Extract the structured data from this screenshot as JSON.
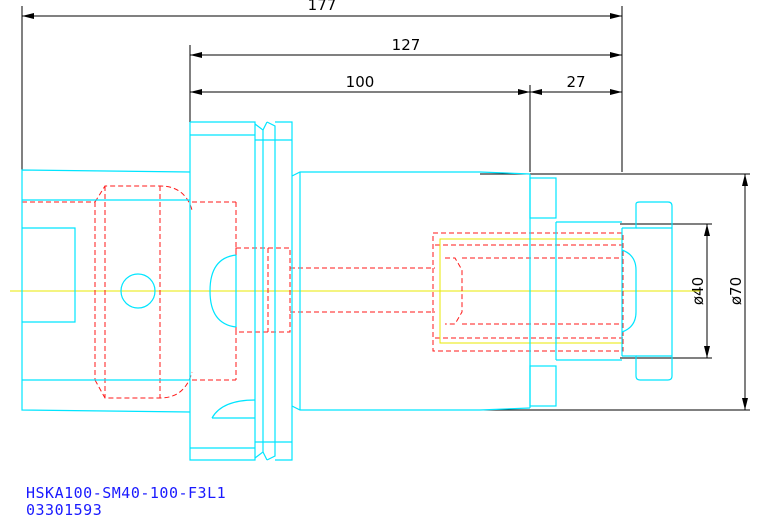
{
  "dimensions": {
    "overall_length": "177",
    "gauge_to_end": "127",
    "body_length": "100",
    "nut_length": "27",
    "diameter_40": "ø40",
    "diameter_70": "ø70"
  },
  "title_block": {
    "part_number": "HSKA100-SM40-100-F3L1",
    "order_code": "03301593",
    "color": "#1a1aff"
  },
  "colors": {
    "outline": "#00e5ff",
    "hidden_line": "#ff1a1a",
    "centerline": "#e8e800",
    "dimension": "#000000"
  }
}
